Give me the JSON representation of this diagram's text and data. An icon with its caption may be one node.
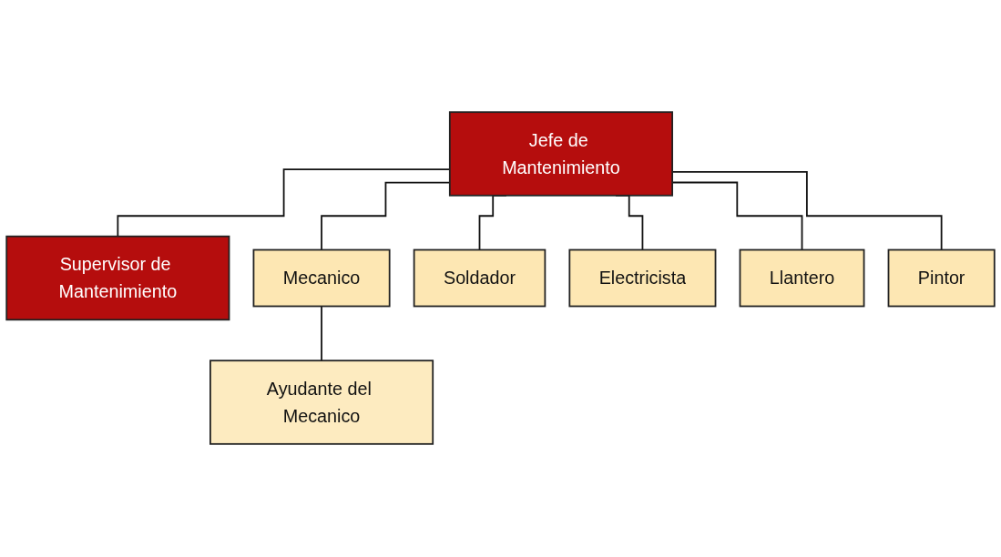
{
  "diagram": {
    "nodes": [
      {
        "text": [
          "Jefe de Mantenimiento"
        ]
      },
      {
        "text": [
          "Supervisor de Mantenimiento"
        ]
      },
      {
        "text": [
          "Mecanico"
        ]
      },
      {
        "text": [
          "Soldador"
        ]
      },
      {
        "text": [
          "Electricista"
        ]
      },
      {
        "text": [
          "Llantero"
        ]
      },
      {
        "text": [
          "Pintor"
        ]
      },
      {
        "text": [
          "Ayudante del Mecanico"
        ]
      }
    ],
    "edges": [
      {
        "from": 0,
        "to": 1,
        "arrow": "none"
      },
      {
        "from": 0,
        "to": 2,
        "arrow": "none"
      },
      {
        "from": 0,
        "to": 3,
        "arrow": "none"
      },
      {
        "from": 0,
        "to": 4,
        "arrow": "none"
      },
      {
        "from": 0,
        "to": 5,
        "arrow": "none"
      },
      {
        "from": 0,
        "to": 6,
        "arrow": "none"
      },
      {
        "from": 2,
        "to": 7,
        "arrow": "none"
      }
    ]
  }
}
